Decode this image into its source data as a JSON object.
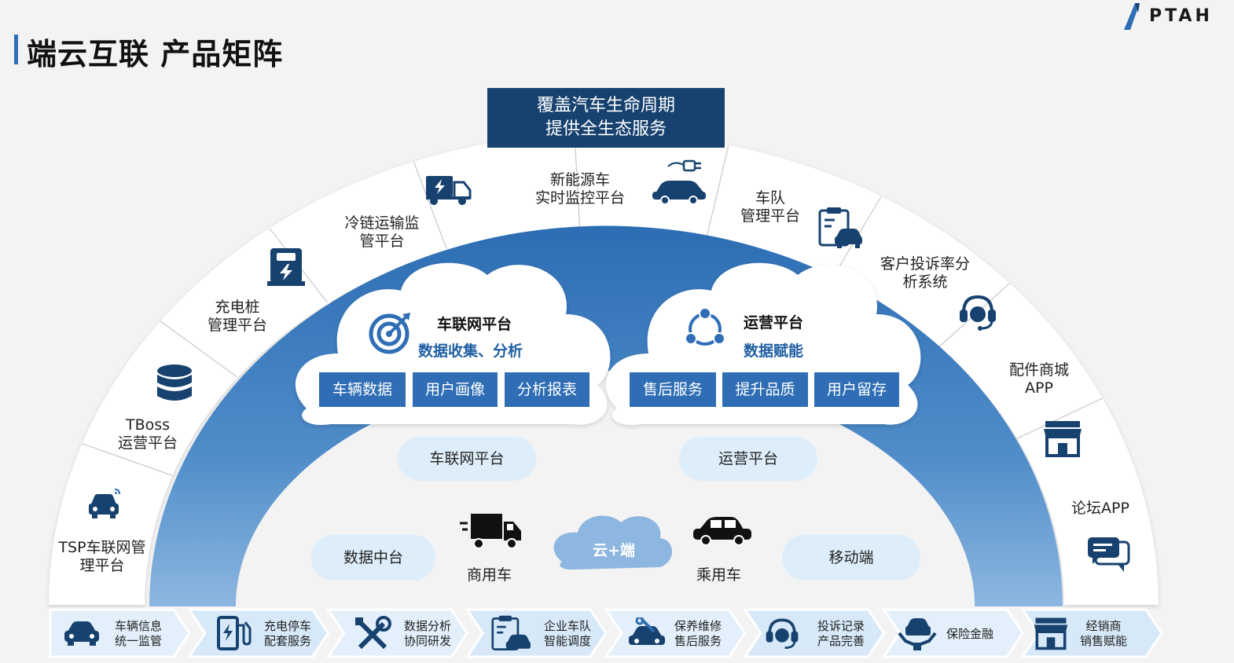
{
  "page": {
    "title": "端云互联 产品矩阵",
    "brand": "PTAH",
    "accent_color": "#2f6eb5",
    "dark_color": "#17426f"
  },
  "banner": {
    "line1": "覆盖汽车生命周期",
    "line2": "提供全生态服务"
  },
  "arc_segments": [
    {
      "label": "TSP车联网管\n理平台",
      "icon": "connected-car-icon"
    },
    {
      "label": "TBoss\n运营平台",
      "icon": "database-icon"
    },
    {
      "label": "充电桩\n管理平台",
      "icon": "charging-station-icon"
    },
    {
      "label": "冷链运输监\n管平台",
      "icon": "electric-truck-icon"
    },
    {
      "label": "新能源车\n实时监控平台",
      "icon": "ev-plug-car-icon"
    },
    {
      "label": "车队\n管理平台",
      "icon": "fleet-clipboard-icon"
    },
    {
      "label": "客户投诉率分\n析系统",
      "icon": "headset-icon"
    },
    {
      "label": "配件商城\nAPP",
      "icon": "store-icon"
    },
    {
      "label": "论坛APP",
      "icon": "chat-icon"
    }
  ],
  "clouds": [
    {
      "title": "车联网平台",
      "subtitle": "数据收集、分析",
      "icon": "target-icon",
      "chips": [
        "车辆数据",
        "用户画像",
        "分析报表"
      ]
    },
    {
      "title": "运营平台",
      "subtitle": "数据赋能",
      "icon": "network-cycle-icon",
      "chips": [
        "售后服务",
        "提升品质",
        "用户留存"
      ]
    }
  ],
  "inner_pills": {
    "iov": "车联网平台",
    "ops": "运营平台",
    "data_center": "数据中台",
    "mobile": "移动端"
  },
  "vehicles": {
    "commercial": "商用车",
    "passenger": "乘用车",
    "center_cloud": "云+端"
  },
  "bottom_bar": [
    {
      "label": "车辆信息\n统一监管",
      "icon": "car-icon"
    },
    {
      "label": "充电停车\n配套服务",
      "icon": "fuel-pump-icon"
    },
    {
      "label": "数据分析\n协同研发",
      "icon": "tools-icon"
    },
    {
      "label": "企业车队\n智能调度",
      "icon": "fleet-clipboard-icon"
    },
    {
      "label": "保养维修\n售后服务",
      "icon": "repair-car-icon"
    },
    {
      "label": "投诉记录\n产品完善",
      "icon": "headset-icon"
    },
    {
      "label": "保险金融",
      "icon": "insurance-car-icon"
    },
    {
      "label": "经销商\n销售赋能",
      "icon": "store-icon"
    }
  ]
}
